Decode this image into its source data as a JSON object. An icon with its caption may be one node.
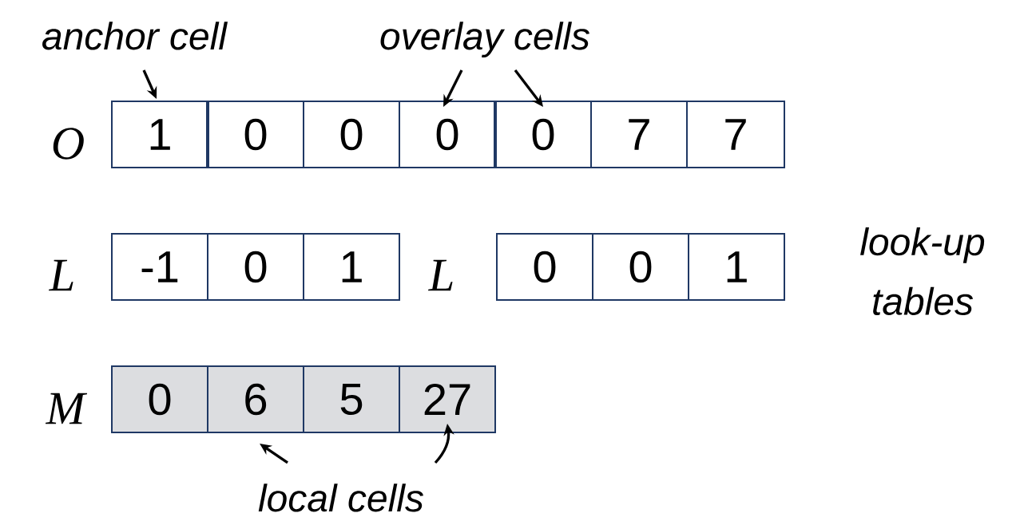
{
  "diagram": {
    "nodes": [
      {
        "text": [
          "anchor cell"
        ]
      },
      {
        "text": [
          "overlay cells"
        ]
      },
      {
        "text": [
          "1"
        ]
      },
      {
        "text": [
          "0"
        ]
      },
      {
        "text": [
          "0"
        ]
      },
      {
        "text": [
          "0"
        ]
      },
      {
        "text": [
          "0"
        ]
      },
      {
        "text": [
          "7"
        ]
      },
      {
        "text": [
          "7"
        ]
      },
      {
        "text": [
          "-1"
        ]
      },
      {
        "text": [
          "0"
        ]
      },
      {
        "text": [
          "1"
        ]
      },
      {
        "text": [
          "0"
        ]
      },
      {
        "text": [
          "0"
        ]
      },
      {
        "text": [
          "1"
        ]
      },
      {
        "text": [
          "0"
        ]
      },
      {
        "text": [
          "6"
        ]
      },
      {
        "text": [
          "5"
        ]
      },
      {
        "text": [
          "27"
        ]
      },
      {
        "text": [
          "local cells"
        ]
      }
    ],
    "edges": [
      {
        "from": 0,
        "to": 2,
        "arrow": "to"
      },
      {
        "from": 1,
        "to": 5,
        "arrow": "to"
      },
      {
        "from": 1,
        "to": 6,
        "arrow": "to"
      },
      {
        "from": 19,
        "to": 16,
        "arrow": "to"
      },
      {
        "from": 19,
        "to": 18,
        "arrow": "to"
      }
    ],
    "labels": [
      "O",
      "L",
      "L",
      "M",
      "look-up tables"
    ]
  }
}
